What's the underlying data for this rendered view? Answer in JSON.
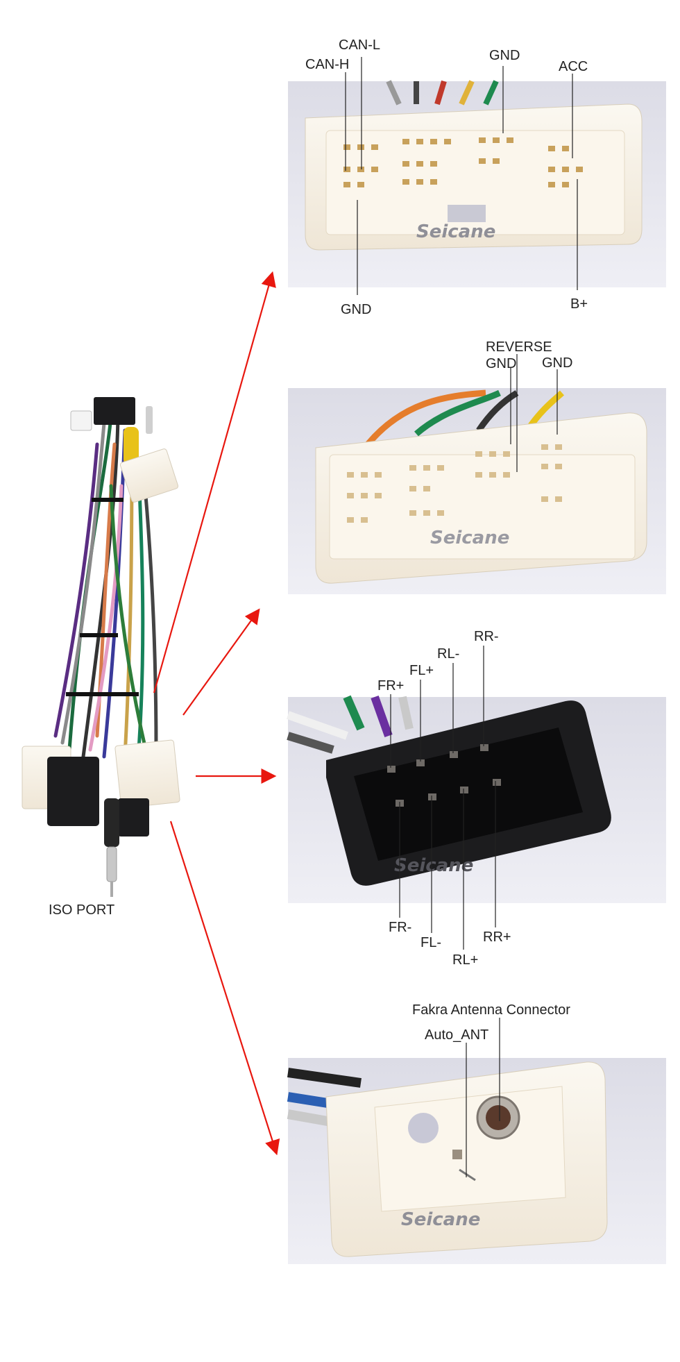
{
  "colors": {
    "background": "#ffffff",
    "arrow": "#e8170f",
    "photo_backdrop": "#e9e9f1",
    "connector_white": "#f7f2e8",
    "connector_black": "#1c1c1e",
    "leader_line": "#222222"
  },
  "harness": {
    "label": "ISO PORT"
  },
  "watermark": "Seicane",
  "panels": [
    {
      "id": "panel-1",
      "connector": "white-large",
      "pins": [
        "CAN-L",
        "CAN-H",
        "GND",
        "ACC",
        "GND",
        "B+"
      ]
    },
    {
      "id": "panel-2",
      "connector": "white-medium",
      "pins": [
        "REVERSE",
        "GND",
        "GND"
      ]
    },
    {
      "id": "panel-3",
      "connector": "black-speaker",
      "pins": [
        "RR-",
        "RL-",
        "FL+",
        "FR+",
        "FR-",
        "FL-",
        "RR+",
        "RL+"
      ]
    },
    {
      "id": "panel-4",
      "connector": "white-antenna",
      "pins": [
        "Fakra Antenna Connector",
        "Auto_ANT"
      ]
    }
  ]
}
